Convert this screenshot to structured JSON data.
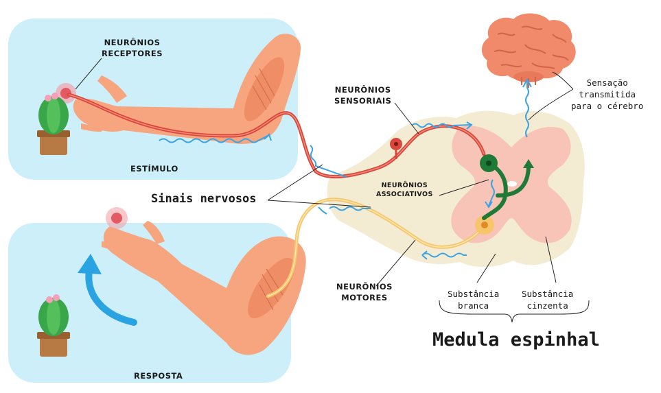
{
  "panels": {
    "stimulus_label": "ESTÍMULO",
    "response_label": "RESPOSTA"
  },
  "labels": {
    "receptors": [
      "NEURÔNIOS",
      "RECEPTORES"
    ],
    "sensory": [
      "NEURÔNIOS",
      "SENSORIAIS"
    ],
    "associative": [
      "NEURÔNIOS",
      "ASSOCIATIVOS"
    ],
    "motor": [
      "NEURÔNIOS",
      "MOTORES"
    ],
    "nerve_signals": "Sinais nervosos",
    "brain_sensation": [
      "Sensação",
      "transmitida",
      "para o cérebro"
    ],
    "white_matter": [
      "Substância",
      "branca"
    ],
    "gray_matter": [
      "Substância",
      "cinzenta"
    ],
    "spinal_cord": "Medula espinhal"
  },
  "colors": {
    "panel_bg": "#cdeffa",
    "skin": "#f6a57e",
    "skin_dark": "#ef8e66",
    "sensory_neuron": "#d8463c",
    "motor_neuron": "#f7c66a",
    "assoc_neuron": "#1f7a37",
    "signal_wave": "#3aa3e3",
    "cord_white": "#f3ecd3",
    "cord_gray": "#f7c4b7",
    "brain": "#f08a6a",
    "arrow": "#2aa3e3",
    "cactus": "#3aa64a",
    "pot": "#b77a45"
  },
  "icons": [
    "cactus-icon",
    "brain-icon",
    "muscle-icon",
    "pain-point-icon",
    "withdraw-arrow-icon"
  ]
}
